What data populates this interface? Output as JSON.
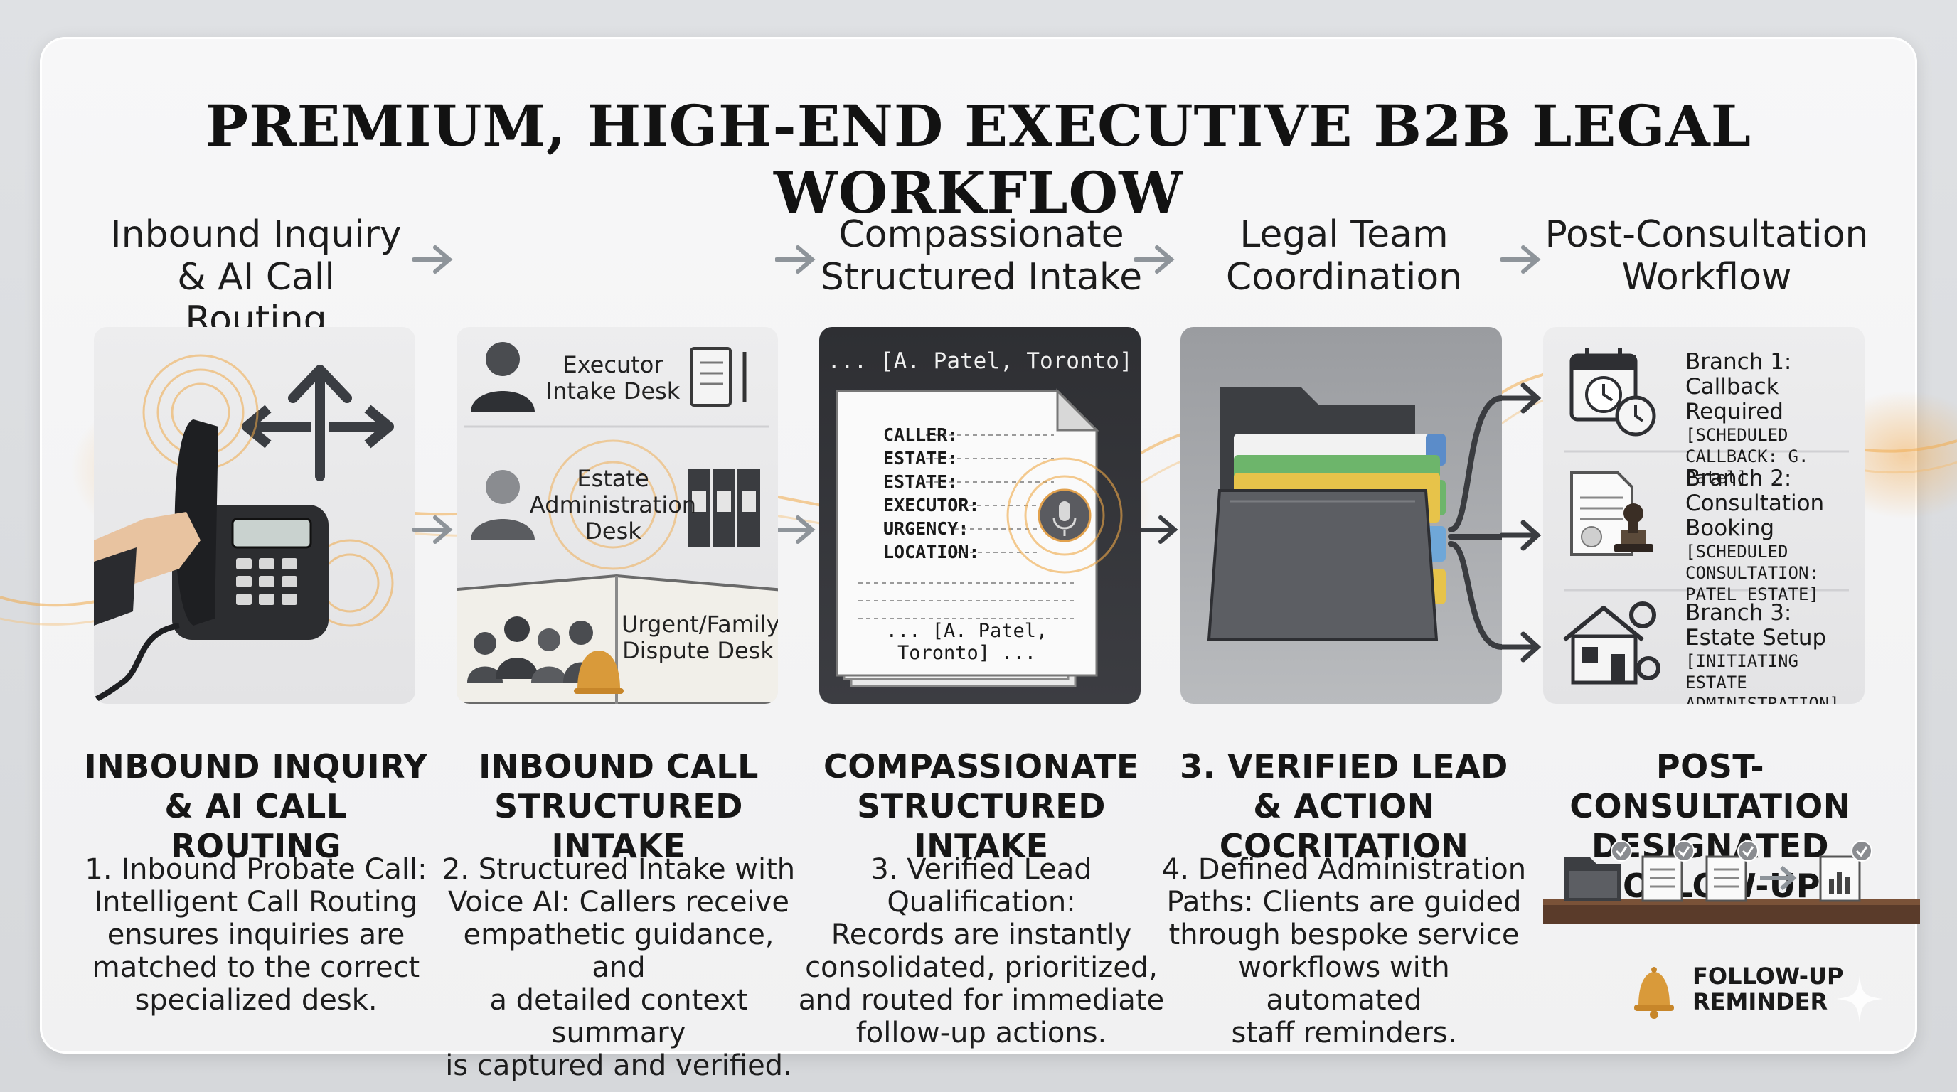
{
  "title": "PREMIUM, HIGH-END EXECUTIVE B2B LEGAL WORKFLOW",
  "steps": [
    {
      "head_line1": "Inbound Inquiry",
      "head_line2": "& AI Call Routing",
      "sub_line1": "INBOUND INQUIRY",
      "sub_line2": "& AI CALL ROUTING",
      "desc": [
        "1. Inbound Probate Call:",
        "Intelligent Call Routing",
        "ensures inquiries are",
        "matched to the correct",
        "specialized desk."
      ]
    },
    {
      "sub_line1": "INBOUND CALL",
      "sub_line2": "STRUCTURED INTAKE",
      "desc": [
        "2. Structured Intake with",
        "Voice AI: Callers receive",
        "empathetic guidance, and",
        "a detailed context summary",
        "is captured and verified."
      ],
      "desks": [
        {
          "line1": "Executor",
          "line2": "Intake Desk"
        },
        {
          "line1": "Estate",
          "line2": "Administration",
          "line3": "Desk"
        },
        {
          "line1": "Urgent/Family",
          "line2": "Dispute Desk"
        }
      ]
    },
    {
      "head_line1": "Compassionate",
      "head_line2": "Structured Intake",
      "sub_line1": "COMPASSIONATE",
      "sub_line2": "STRUCTURED INTAKE",
      "desc": [
        "3. Verified Lead Qualification:",
        "Records are instantly",
        "consolidated, prioritized,",
        "and routed for immediate",
        "follow-up actions."
      ],
      "doc_top": "... [A. Patel, Toronto] ...",
      "doc_bottom": "... [A. Patel, Toronto] ...",
      "fields": [
        "CALLER:",
        "ESTATE:",
        "ESTATE:",
        "EXECUTOR:",
        "URGENCY:",
        "LOCATION:"
      ]
    },
    {
      "head_line1": "Legal Team",
      "head_line2": "Coordination",
      "sub_line1": "3. VERIFIED LEAD",
      "sub_line2": "& ACTION COCRITATION",
      "desc": [
        "4. Defined Administration",
        "Paths: Clients are guided",
        "through bespoke service",
        "workflows with automated",
        "staff reminders."
      ]
    },
    {
      "head_line1": "Post-Consultation",
      "head_line2": "Workflow",
      "sub_line1": "POST-CONSULTATION",
      "sub_line2": "DESIGNATED FOLLOW-UP",
      "branches": [
        {
          "title1": "Branch 1: Callback",
          "title2": "Required",
          "tag1": "[SCHEDULED",
          "tag2": "CALLBACK: G. Patel]"
        },
        {
          "title1": "Branch 2:",
          "title2": "Consultation Booking",
          "tag1": "[SCHEDULED",
          "tag2": "CONSULTATION:",
          "tag3": "PATEL ESTATE]"
        },
        {
          "title1": "Branch 3:",
          "title2": "Estate Setup",
          "tag1": "[INITIATING ESTATE",
          "tag2": "ADMINISTRATION]"
        }
      ],
      "reminder_line1": "FOLLOW-UP",
      "reminder_line2": "REMINDER"
    }
  ],
  "colors": {
    "accent_glow": "#e8a24a",
    "arrow": "#8e949a",
    "dark_panel": "#2e2f33",
    "folder_tabs": [
      "#5b8cc9",
      "#6db56b",
      "#e7c34a",
      "#6fa7d8"
    ]
  },
  "icons": [
    "telephone-icon",
    "routing-arrows-icon",
    "person-icon",
    "notebook-icon",
    "binders-icon",
    "family-icon",
    "bell-icon",
    "document-icon",
    "microphone-icon",
    "folder-icon",
    "calendar-clock-icon",
    "stamp-icon",
    "house-gear-icon",
    "checkmark-icon",
    "sparkle-icon"
  ]
}
